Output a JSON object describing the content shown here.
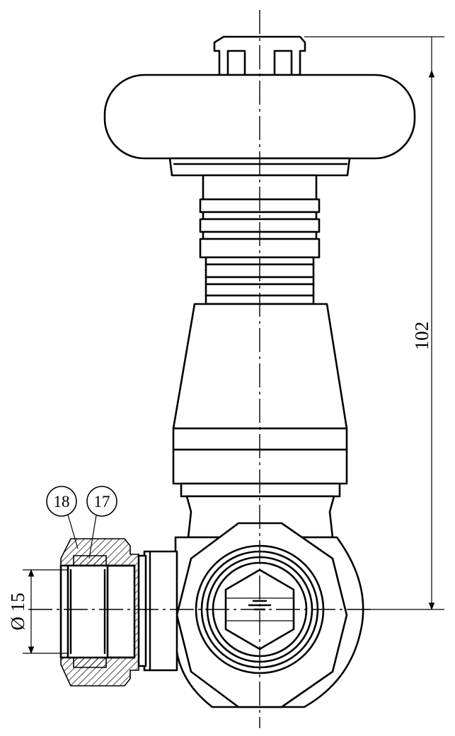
{
  "dimensions": {
    "height": "102",
    "diameter": "Ø 15"
  },
  "callouts": [
    {
      "id": "18"
    },
    {
      "id": "17"
    }
  ]
}
